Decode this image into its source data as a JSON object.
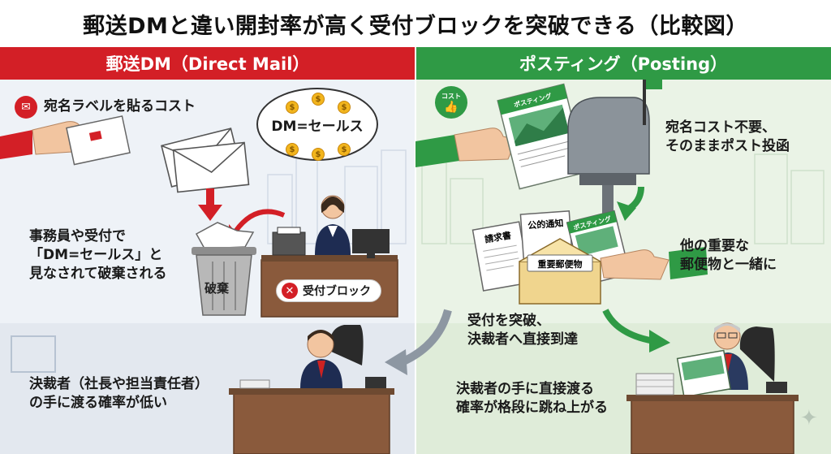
{
  "title": "郵送DMと違い開封率が高く受付ブロックを突破できる（比較図）",
  "left": {
    "header": "郵送DM（Direct Mail）",
    "label_cost": "宛名ラベルを貼るコスト",
    "bubble": "DM=セールス",
    "desc_lines": [
      "事務員や受付で",
      "「DM=セールス」と",
      "見なされて破棄される"
    ],
    "bin_label": "破棄",
    "block_badge": "受付ブロック",
    "bottom_lines": [
      "決裁者（社長や担当責任者）",
      "の手に渡る確率が低い"
    ]
  },
  "right": {
    "header": "ポスティング（Posting）",
    "cost_badge": "コスト",
    "label_cost_lines": [
      "宛名コスト不要、",
      "そのままポスト投函"
    ],
    "important_lines": [
      "他の重要な",
      "郵便物と一緒に"
    ],
    "doc_invoice": "請求書",
    "doc_notice": "公的通知",
    "doc_posting": "ポスティング",
    "doc_important": "重要郵便物",
    "flyer_label": "ポスティング",
    "breakthrough_lines": [
      "受付を突破、",
      "決裁者へ直接到達"
    ],
    "bottom_lines": [
      "決裁者の手に直接渡る",
      "確率が格段に跳ね上がる"
    ]
  },
  "colors": {
    "dm_red": "#d31f26",
    "posting_green": "#2f9a45",
    "left_bg": "#eef2f7",
    "right_bg": "#eaf3e6"
  },
  "icons": {
    "mail": "envelope-icon",
    "cost": "thumbs-up-icon",
    "block": "x-mark-icon",
    "sparkle": "sparkle-icon"
  }
}
